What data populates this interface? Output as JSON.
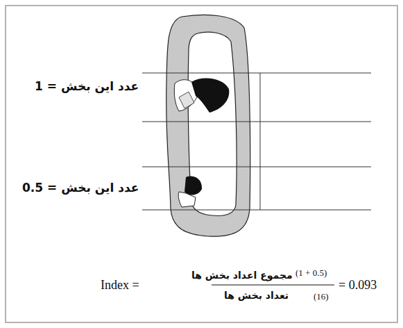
{
  "diagram": {
    "labels": [
      "عدد این بخش = 1",
      "عدد این بخش = 0.5",
      "Index =",
      "مجموع اعداد بخش ها",
      "(1 + 0.5)",
      "تعداد بخش ها",
      "(16)",
      "= 0.093"
    ]
  }
}
